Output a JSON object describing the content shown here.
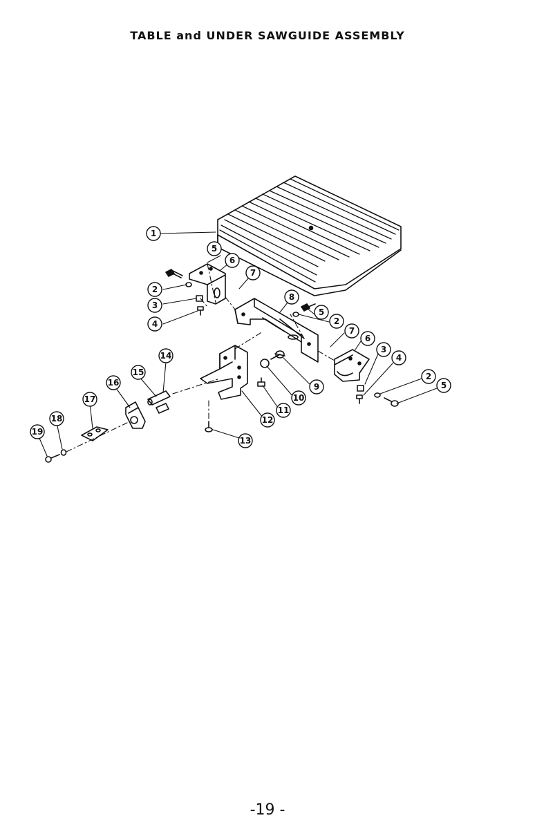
{
  "title": {
    "part1": "TABLE",
    "part2": "and",
    "part3": "UNDER SAWGUIDE ASSEMBLY"
  },
  "callouts": [
    "1",
    "5",
    "6",
    "2",
    "3",
    "4",
    "7",
    "8",
    "5",
    "2",
    "7",
    "6",
    "3",
    "4",
    "2",
    "5",
    "9",
    "10",
    "11",
    "12",
    "13",
    "14",
    "15",
    "16",
    "17",
    "18",
    "19"
  ],
  "page_number": "-19 -"
}
